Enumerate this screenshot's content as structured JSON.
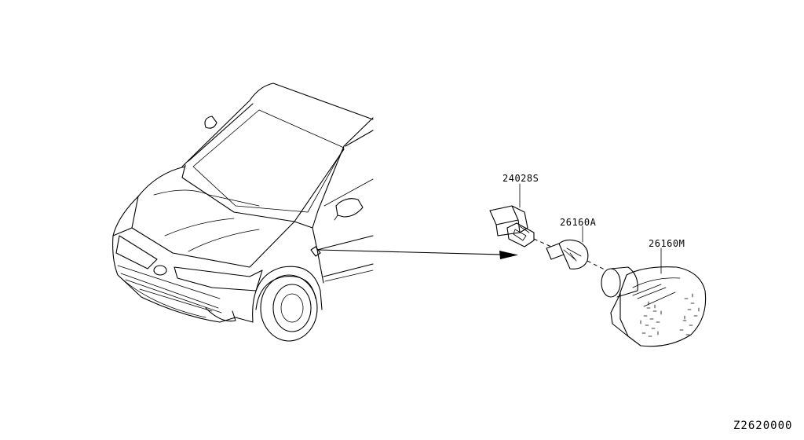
{
  "parts": {
    "connector": {
      "number": "24028S"
    },
    "bulb": {
      "number": "26160A"
    },
    "lamp": {
      "number": "26160M"
    }
  },
  "diagram_code": "Z2620000"
}
